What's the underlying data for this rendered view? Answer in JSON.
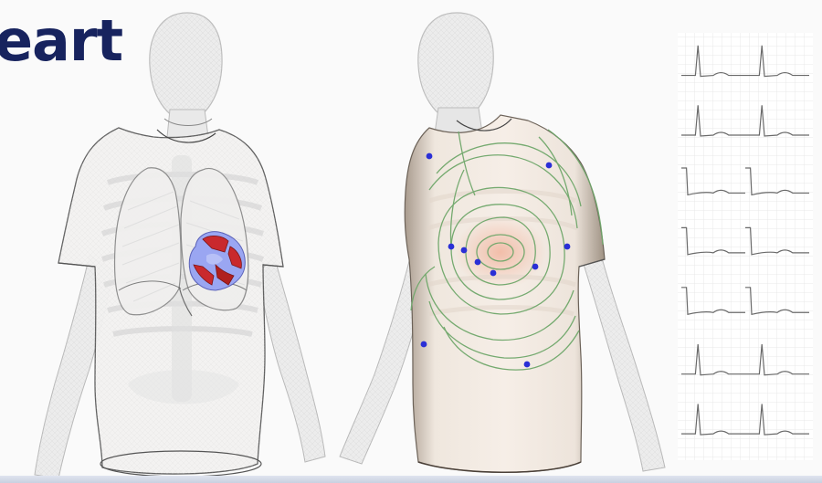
{
  "title": "eart",
  "colors": {
    "title": "#17235e",
    "electrode": "#2a2fd6",
    "contour": "#6fa76a",
    "heart_blue": "#9aa6f2",
    "heart_red": "#d0262a",
    "ecg_trace": "#6a6a6a",
    "ecg_grid": "#e2e2e2"
  },
  "ecg": {
    "rows": 7,
    "beats_per_row": 2
  }
}
